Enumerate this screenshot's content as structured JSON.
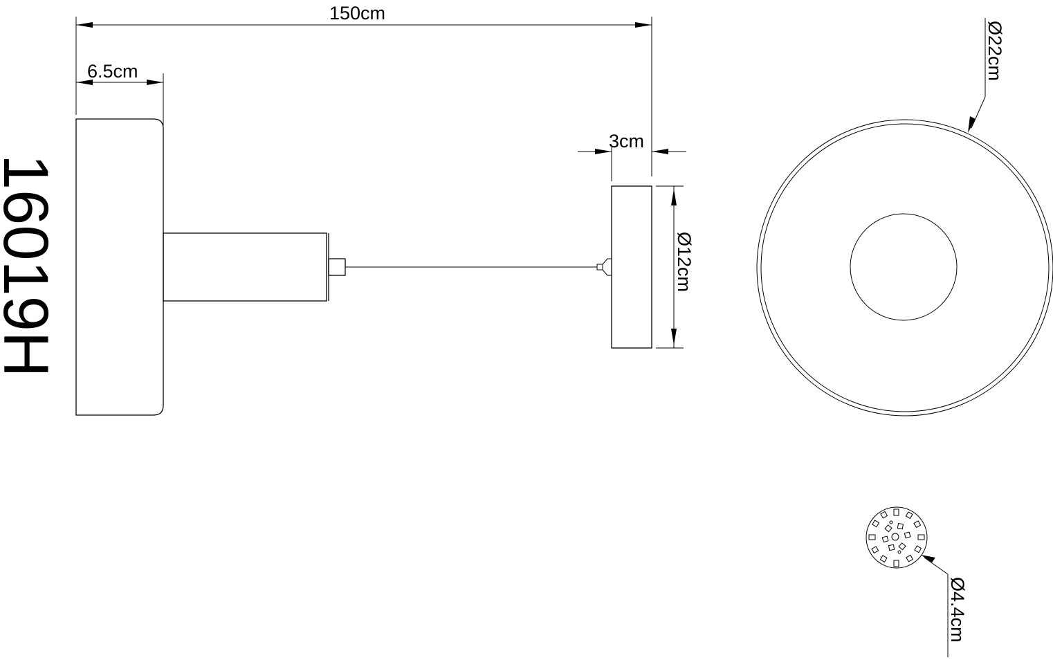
{
  "drawing": {
    "model_number": "16019H",
    "colors": {
      "line": "#000000",
      "background": "#ffffff"
    },
    "dimensions": {
      "total_drop": "150cm",
      "canopy_depth": "6.5cm",
      "shade_thickness": "3cm",
      "shade_side_diameter": "Ø12cm",
      "shade_top_diameter": "Ø22cm",
      "led_module_diameter": "Ø4.4cm"
    },
    "views": [
      "side-view",
      "top-view",
      "led-module-detail"
    ]
  }
}
